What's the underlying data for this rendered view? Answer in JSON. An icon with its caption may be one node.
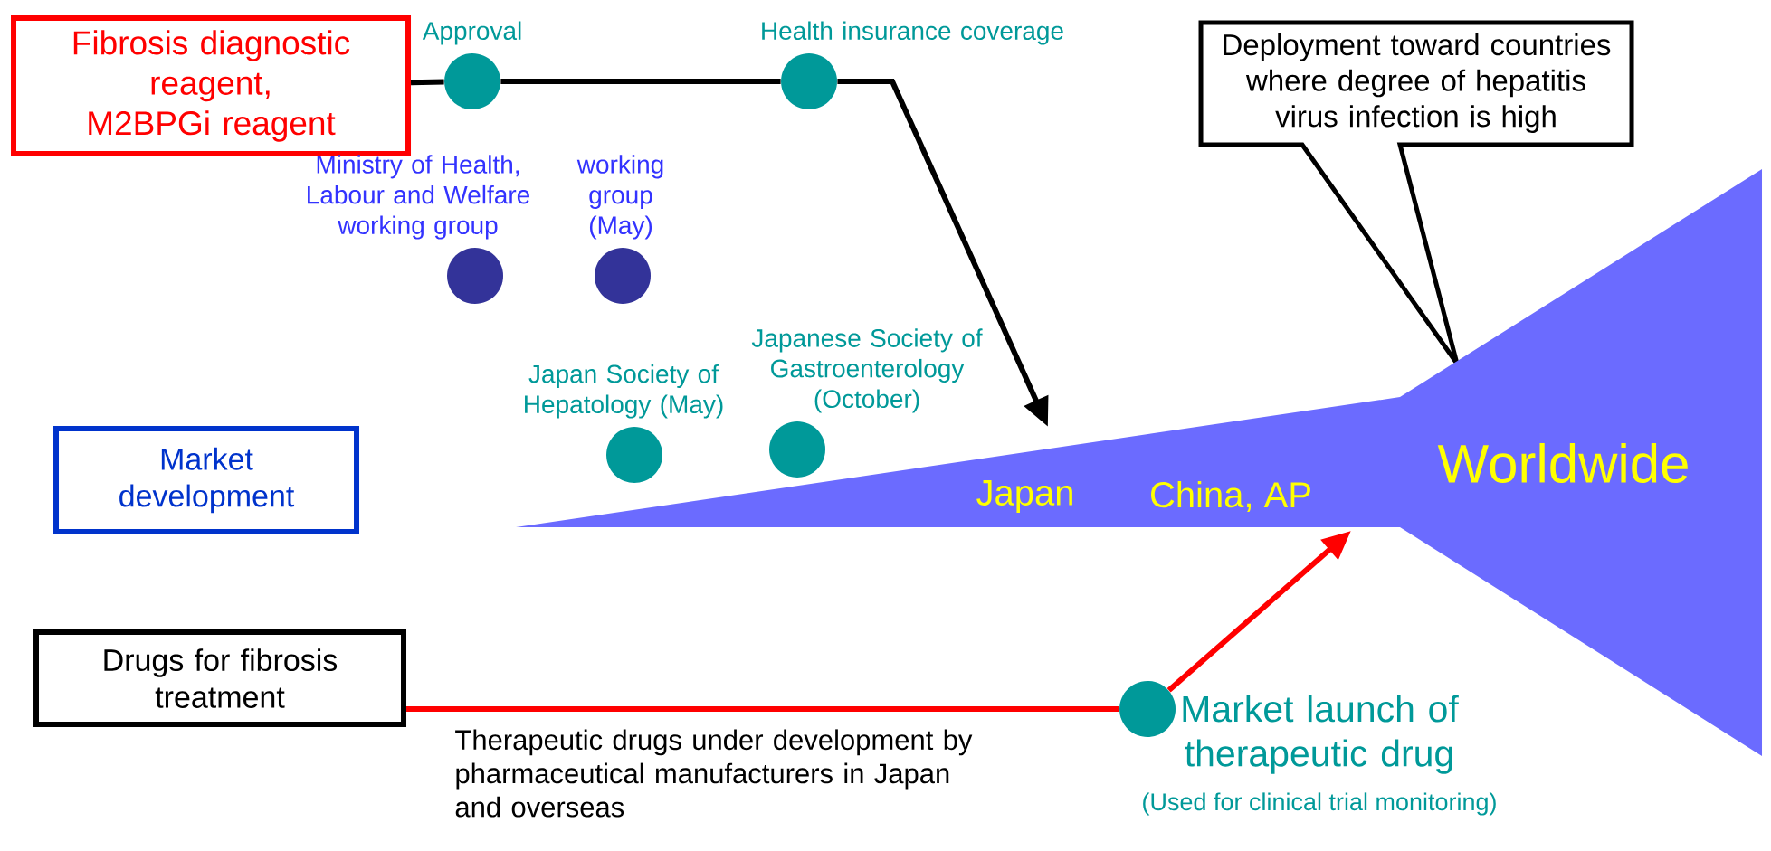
{
  "diagram": {
    "nodes": [
      {
        "text": [
          "Fibrosis diagnostic reagent, M2BPGi reagent"
        ]
      },
      {
        "text": [
          "Market development"
        ]
      },
      {
        "text": [
          "Drugs for fibrosis treatment"
        ]
      },
      {
        "text": [
          "Approval"
        ]
      },
      {
        "text": [
          "Health insurance coverage"
        ]
      },
      {
        "text": [
          "Ministry of Health, Labour and Welfare working group"
        ]
      },
      {
        "text": [
          "working group (May)"
        ]
      },
      {
        "text": [
          "Japan Society of Hepatology (May)"
        ]
      },
      {
        "text": [
          "Japanese Society of Gastroenterology (October)"
        ]
      },
      {
        "text": [
          "Market launch of therapeutic drug",
          "(Used for clinical trial monitoring)"
        ]
      },
      {
        "text": [
          "Deployment toward countries where degree of hepatitis virus infection is high"
        ]
      },
      {
        "text": [
          "Japan",
          "China, AP",
          "Worldwide"
        ]
      }
    ],
    "edges": [
      {
        "from": 0,
        "to": 3,
        "arrow": "none"
      },
      {
        "from": 3,
        "to": 4,
        "arrow": "none"
      },
      {
        "from": 4,
        "to": 11,
        "arrow": "to"
      },
      {
        "from": 2,
        "to": 9,
        "arrow": "none",
        "color": "#ff0000"
      },
      {
        "from": 9,
        "to": 11,
        "arrow": "to",
        "color": "#ff0000"
      }
    ],
    "labels": [
      "Therapeutic drugs under development by pharmaceutical manufacturers in Japan and overseas"
    ]
  }
}
